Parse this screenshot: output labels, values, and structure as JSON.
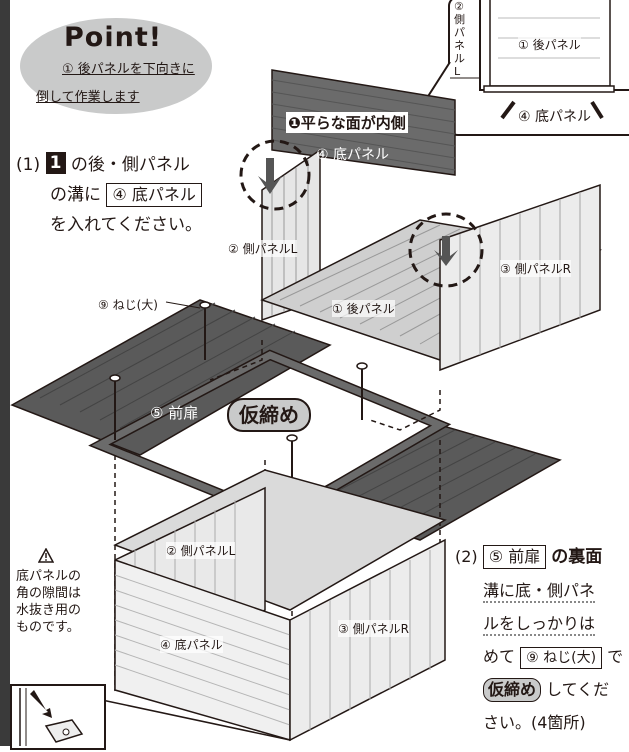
{
  "point": {
    "title": "Point!",
    "line1": "① 後パネルを下向きに",
    "line2": "倒して作業します"
  },
  "inset": {
    "back_panel": "① 後パネル",
    "bottom_panel": "④ 底パネル",
    "side_text": "②側パネルL"
  },
  "step1": {
    "number": "(1)",
    "num_box": "1",
    "text_a": "の後・側パネル",
    "text_b": "の溝に",
    "part": "④ 底パネル",
    "text_c": "を入れてください。"
  },
  "labels": {
    "flat_side": "❶平らな面が内側",
    "bottom_panel_top": "④ 底パネル",
    "side_l_top": "② 側パネルL",
    "side_r_top": "③ 側パネルR",
    "back_panel": "① 後パネル",
    "screw_big": "⑨ ねじ(大)",
    "front_door": "⑤ 前扉",
    "kari": "仮締め",
    "side_l_bottom": "② 側パネルL",
    "side_r_bottom": "③ 側パネルR",
    "bottom_panel_bottom": "④ 底パネル"
  },
  "warning": {
    "icon": "warning-icon",
    "line1": "底パネルの",
    "line2": "角の隙間は",
    "line3": "水抜き用の",
    "line4": "ものです。"
  },
  "step2": {
    "number": "(2)",
    "part": "⑤ 前扉",
    "t1": "の裏面",
    "t2": "溝に底・側パネ",
    "t3": "ルをしっかりは",
    "t4": "めて",
    "screw": "⑨ ねじ(大)",
    "t5": "で",
    "kari": "仮締め",
    "t6": "してくだ",
    "t7": "さい。(4箇所)"
  }
}
